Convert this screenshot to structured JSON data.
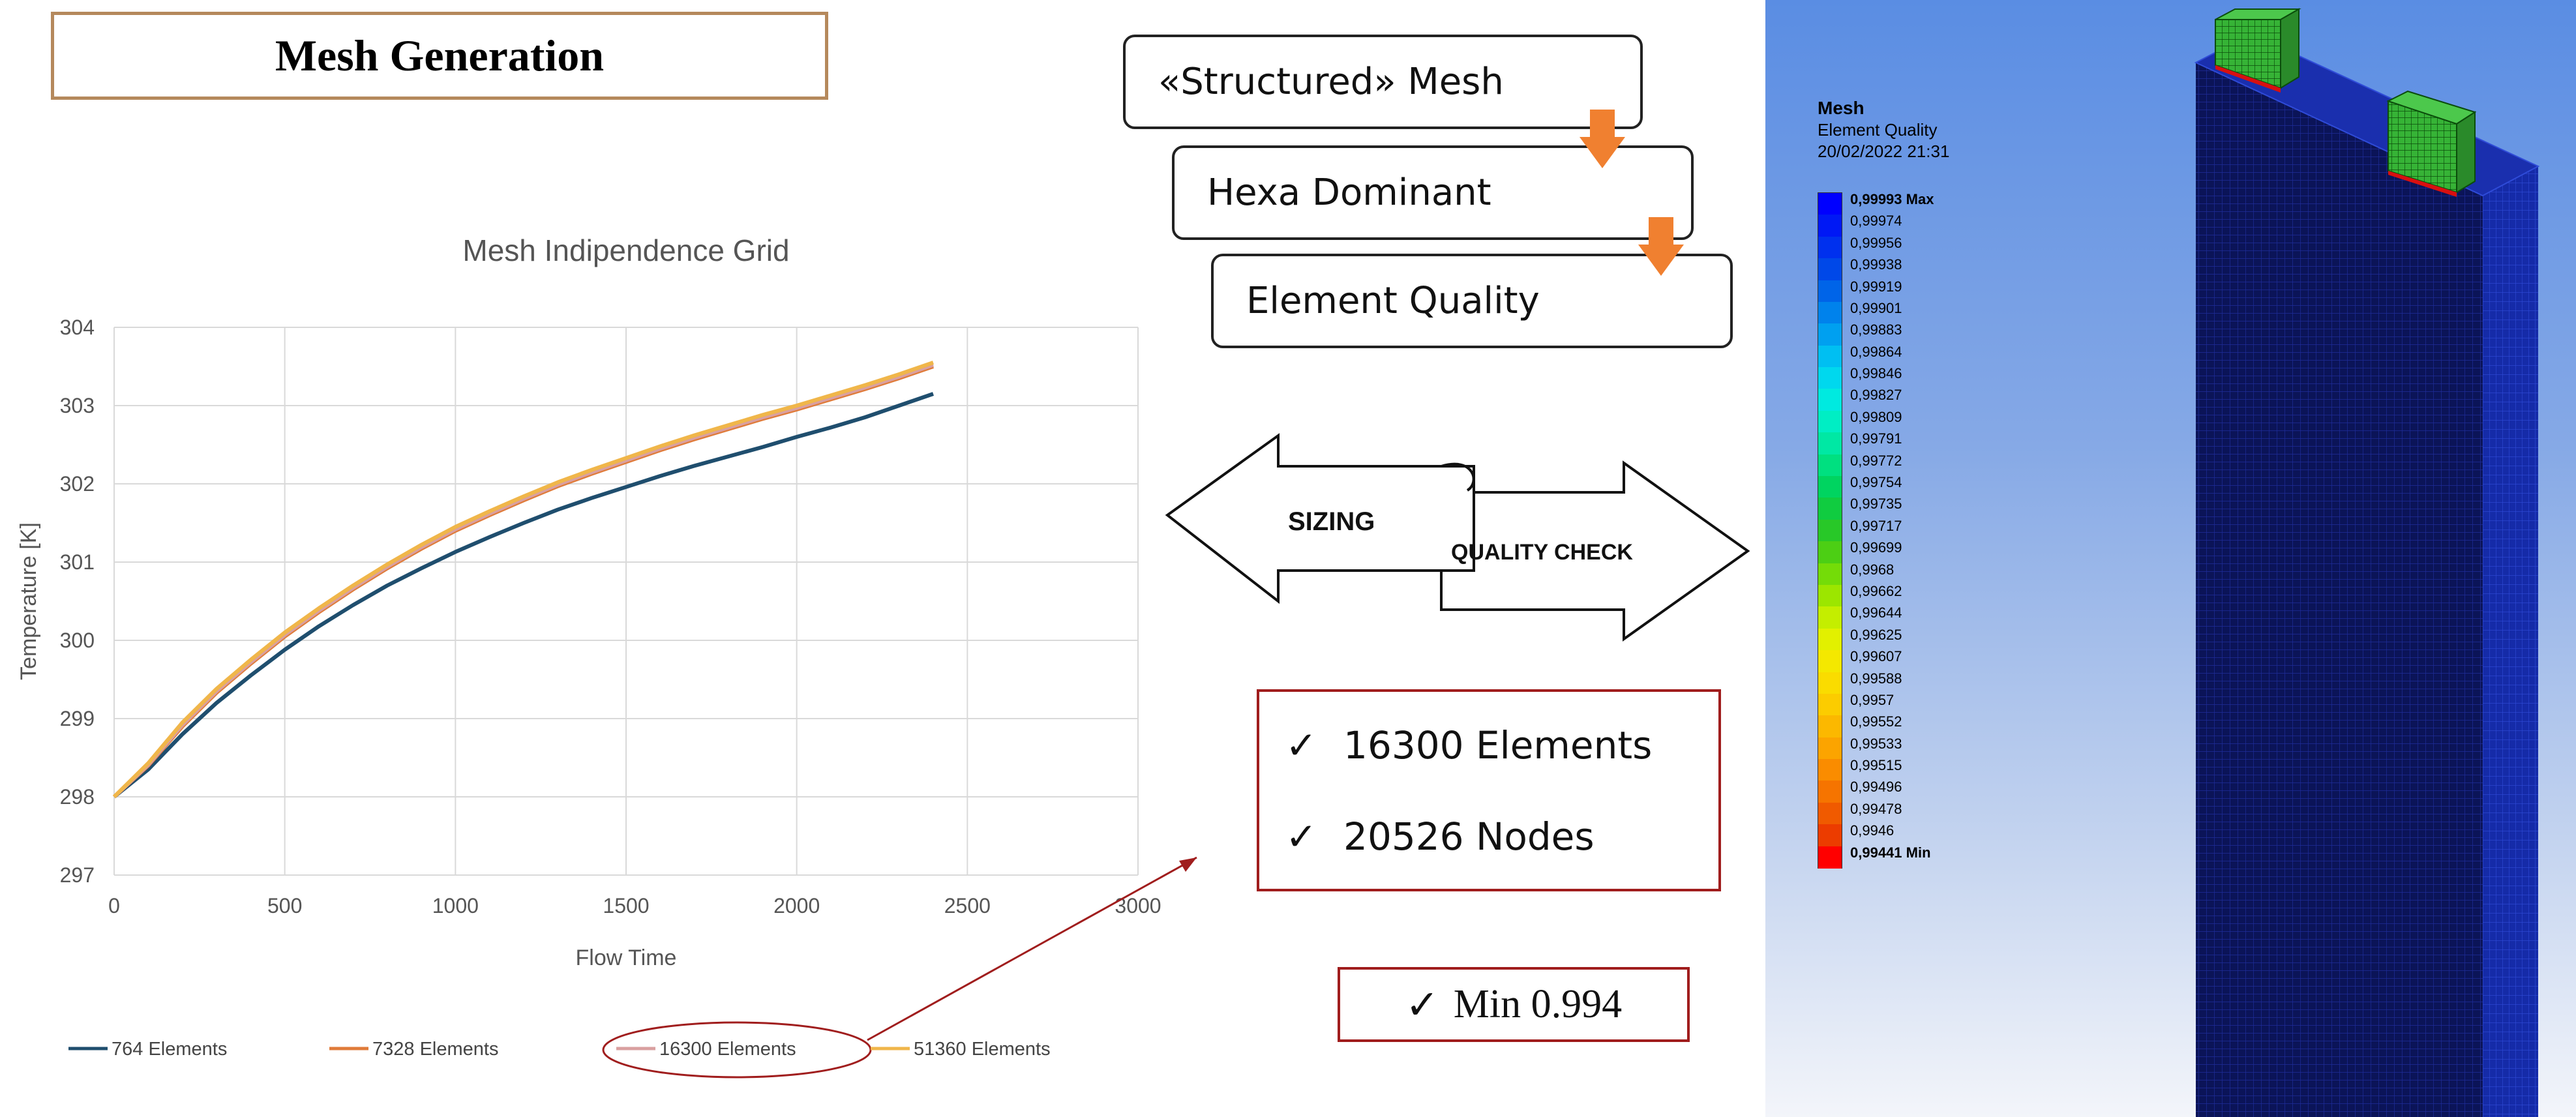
{
  "title": "Mesh Generation",
  "chart_data": {
    "type": "line",
    "title": "Mesh Indipendence Grid",
    "xlabel": "Flow Time",
    "ylabel": "Temperature [K]",
    "xlim": [
      0,
      3000
    ],
    "ylim": [
      297,
      304
    ],
    "x_ticks": [
      0,
      500,
      1000,
      1500,
      2000,
      2500,
      3000
    ],
    "y_ticks": [
      297,
      298,
      299,
      300,
      301,
      302,
      303,
      304
    ],
    "grid": true,
    "legend_position": "bottom",
    "highlighted_series": "16300 Elements",
    "series": [
      {
        "name": "764 Elements",
        "color": "#1f4e6e",
        "x": [
          0,
          100,
          200,
          300,
          400,
          500,
          600,
          700,
          800,
          900,
          1000,
          1100,
          1200,
          1300,
          1400,
          1500,
          1600,
          1700,
          1800,
          1900,
          2000,
          2100,
          2200,
          2300,
          2400
        ],
        "y": [
          298.0,
          298.35,
          298.8,
          299.2,
          299.55,
          299.88,
          300.18,
          300.45,
          300.7,
          300.92,
          301.13,
          301.32,
          301.5,
          301.67,
          301.82,
          301.96,
          302.1,
          302.23,
          302.35,
          302.47,
          302.6,
          302.72,
          302.85,
          303.0,
          303.15
        ]
      },
      {
        "name": "7328 Elements",
        "color": "#e07b39",
        "x": [
          0,
          100,
          200,
          300,
          400,
          500,
          600,
          700,
          800,
          900,
          1000,
          1100,
          1200,
          1300,
          1400,
          1500,
          1600,
          1700,
          1800,
          1900,
          2000,
          2100,
          2200,
          2300,
          2400
        ],
        "y": [
          298.0,
          298.4,
          298.9,
          299.33,
          299.7,
          300.05,
          300.36,
          300.65,
          300.92,
          301.17,
          301.4,
          301.6,
          301.79,
          301.97,
          302.13,
          302.28,
          302.43,
          302.57,
          302.7,
          302.83,
          302.95,
          303.08,
          303.21,
          303.35,
          303.5
        ]
      },
      {
        "name": "16300 Elements",
        "color": "#d9a0a0",
        "x": [
          0,
          100,
          200,
          300,
          400,
          500,
          600,
          700,
          800,
          900,
          1000,
          1100,
          1200,
          1300,
          1400,
          1500,
          1600,
          1700,
          1800,
          1900,
          2000,
          2100,
          2200,
          2300,
          2400
        ],
        "y": [
          298.0,
          298.41,
          298.92,
          299.35,
          299.72,
          300.07,
          300.38,
          300.67,
          300.94,
          301.19,
          301.42,
          301.62,
          301.81,
          301.99,
          302.15,
          302.3,
          302.45,
          302.59,
          302.72,
          302.85,
          302.97,
          303.1,
          303.23,
          303.37,
          303.52
        ]
      },
      {
        "name": "51360 Elements",
        "color": "#f0b64a",
        "x": [
          0,
          100,
          200,
          300,
          400,
          500,
          600,
          700,
          800,
          900,
          1000,
          1100,
          1200,
          1300,
          1400,
          1500,
          1600,
          1700,
          1800,
          1900,
          2000,
          2100,
          2200,
          2300,
          2400
        ],
        "y": [
          298.0,
          298.43,
          298.95,
          299.38,
          299.75,
          300.1,
          300.41,
          300.7,
          300.97,
          301.22,
          301.45,
          301.65,
          301.84,
          302.02,
          302.18,
          302.33,
          302.48,
          302.62,
          302.75,
          302.88,
          303.0,
          303.13,
          303.26,
          303.4,
          303.55
        ]
      }
    ]
  },
  "flow": {
    "steps": [
      "«Structured» Mesh",
      "Hexa Dominant",
      "Element Quality"
    ],
    "arrow_left": "SIZING",
    "arrow_right": "QUALITY CHECK"
  },
  "results": {
    "check": "✓",
    "elements": "16300 Elements",
    "nodes": "20526 Nodes",
    "min": "Min 0.994"
  },
  "mesh_view": {
    "header": "Mesh",
    "subheader": "Element Quality",
    "datetime": "20/02/2022 21:31",
    "legend": [
      {
        "label": "0,99993 Max",
        "color": "#0000ff"
      },
      {
        "label": "0,99974",
        "color": "#0018f5"
      },
      {
        "label": "0,99956",
        "color": "#0030ee"
      },
      {
        "label": "0,99938",
        "color": "#0048e8"
      },
      {
        "label": "0,99919",
        "color": "#0064e8"
      },
      {
        "label": "0,99901",
        "color": "#0082ec"
      },
      {
        "label": "0,99883",
        "color": "#00a0f0"
      },
      {
        "label": "0,99864",
        "color": "#00bff2"
      },
      {
        "label": "0,99846",
        "color": "#00d8ee"
      },
      {
        "label": "0,99827",
        "color": "#00eae0"
      },
      {
        "label": "0,99809",
        "color": "#00eec4"
      },
      {
        "label": "0,99791",
        "color": "#00e8a4"
      },
      {
        "label": "0,99772",
        "color": "#00e080"
      },
      {
        "label": "0,99754",
        "color": "#00d460"
      },
      {
        "label": "0,99735",
        "color": "#10cc40"
      },
      {
        "label": "0,99717",
        "color": "#28c828"
      },
      {
        "label": "0,99699",
        "color": "#4ccf14"
      },
      {
        "label": "0,9968",
        "color": "#74dc08"
      },
      {
        "label": "0,99662",
        "color": "#9ce600"
      },
      {
        "label": "0,99644",
        "color": "#c4ee00"
      },
      {
        "label": "0,99625",
        "color": "#e2f000"
      },
      {
        "label": "0,99607",
        "color": "#f4e800"
      },
      {
        "label": "0,99588",
        "color": "#fadc00"
      },
      {
        "label": "0,9957",
        "color": "#fccc00"
      },
      {
        "label": "0,99552",
        "color": "#fcb800"
      },
      {
        "label": "0,99533",
        "color": "#fca400"
      },
      {
        "label": "0,99515",
        "color": "#fa8c00"
      },
      {
        "label": "0,99496",
        "color": "#f67400"
      },
      {
        "label": "0,99478",
        "color": "#f05a00"
      },
      {
        "label": "0,9946",
        "color": "#ec3c00"
      },
      {
        "label": "0,99441 Min",
        "color": "#ff0000"
      }
    ]
  }
}
